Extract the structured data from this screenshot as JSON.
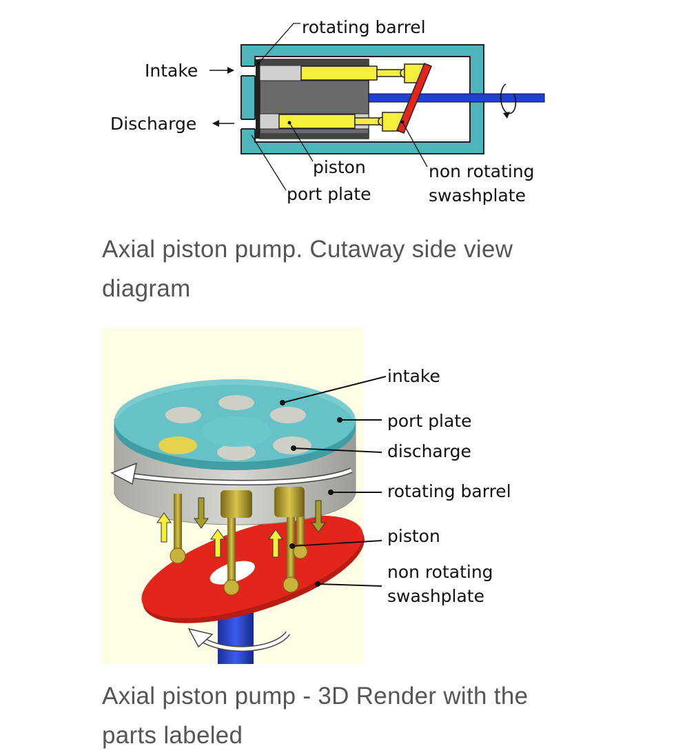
{
  "figure1": {
    "labels": {
      "rotating_barrel": "rotating barrel",
      "intake": "Intake",
      "discharge": "Discharge",
      "piston": "piston",
      "port_plate": "port plate",
      "swashplate_line1": "non rotating",
      "swashplate_line2": "swashplate"
    },
    "caption": "Axial piston pump. Cutaway side view diagram"
  },
  "figure2": {
    "labels": {
      "intake": "intake",
      "port_plate": "port plate",
      "discharge": "discharge",
      "rotating_barrel": "rotating barrel",
      "piston": "piston",
      "swashplate_line1": "non rotating",
      "swashplate_line2": "swashplate"
    },
    "caption": "Axial piston pump - 3D Render with the parts labeled"
  },
  "colors": {
    "housing": "#4db6bd",
    "barrel": "#6b6b6b",
    "piston": "#f5ee3a",
    "shaft": "#1f3fd6",
    "swashplate": "#e3261b",
    "render_background": "#fffde6"
  }
}
